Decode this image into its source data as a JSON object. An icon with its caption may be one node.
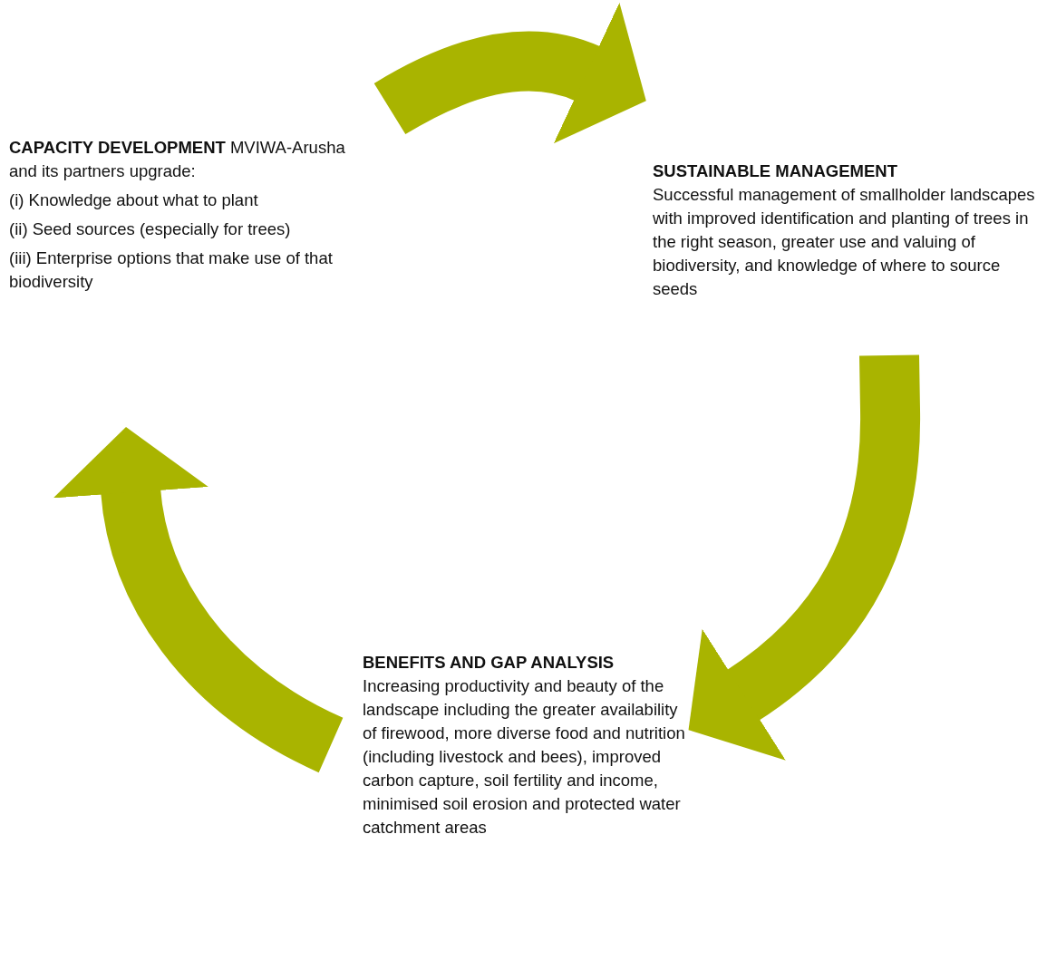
{
  "diagram": {
    "nodes": [
      {
        "text": [
          "**CAPACITY DEVELOPMENT** MVIWA-Arusha and its partners upgrade:",
          "(i) Knowledge about what to plant",
          "(ii) Seed sources (especially for trees)",
          "(iii) Enterprise options that make use of that biodiversity"
        ]
      },
      {
        "text": [
          "SUSTAINABLE MANAGEMENT",
          "Successful management of smallholder landscapes with improved identification and planting of trees in the right season, greater use and valuing of biodiversity, and knowledge of where to source seeds"
        ]
      },
      {
        "text": [
          "BENEFITS AND GAP ANALYSIS",
          "Increasing productivity and beauty of the landscape including the greater availability of firewood, more diverse food and nutrition (including livestock and bees), improved carbon capture, soil fertility and income, minimised soil erosion and protected water catchment areas"
        ]
      }
    ],
    "edges": [
      {
        "from": 0,
        "to": 1,
        "arrow": "to"
      },
      {
        "from": 1,
        "to": 2,
        "arrow": "to"
      },
      {
        "from": 2,
        "to": 0,
        "arrow": "to"
      }
    ]
  }
}
